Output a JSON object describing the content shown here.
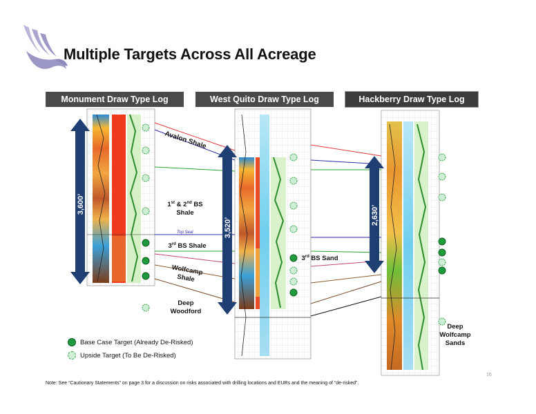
{
  "slide": {
    "title": "Multiple Targets Across All Acreage",
    "page_number": "16",
    "note": "Note: See “Cautionary Statements” on page 3 for a discussion on risks associated with drilling locations and EURs and the meaning of “de-risked”."
  },
  "logs": [
    {
      "name": "Monument Draw Type Log",
      "thickness": "3,600’"
    },
    {
      "name": "West Quito Draw Type Log",
      "thickness": "3,520’"
    },
    {
      "name": "Hackberry Draw Type Log",
      "thickness": "2,630’"
    }
  ],
  "formations": {
    "avalon": "Avalon Shale",
    "bs12_a": "1",
    "bs12_sup_a": "st",
    "bs12_b": " & 2",
    "bs12_sup_b": "nd",
    "bs12_c": " BS",
    "bs12_d": "Shale",
    "top_seal": "Top Seal",
    "bs3_shale_n": "3",
    "bs3_shale_sup": "rd",
    "bs3_shale_t": " BS Shale",
    "bs3_sand_n": "3",
    "bs3_sand_sup": "rd",
    "bs3_sand_t": " BS Sand",
    "wolfcamp_a": "Wolfcamp",
    "wolfcamp_b": "Shale",
    "deep_woodford_a": "Deep",
    "deep_woodford_b": "Woodford",
    "deep_wolfcamp_a": "Deep",
    "deep_wolfcamp_b": "Wolfcamp",
    "deep_wolfcamp_c": "Sands"
  },
  "legend": {
    "base_case": "Base Case Target (Already De-Risked)",
    "upside": "Upside Target (To Be De-Risked)"
  },
  "colors": {
    "base_case": "#1e9b3c",
    "upside": "#cfeed6",
    "arrow": "#1f3f73",
    "header": "#4a4a4a"
  }
}
